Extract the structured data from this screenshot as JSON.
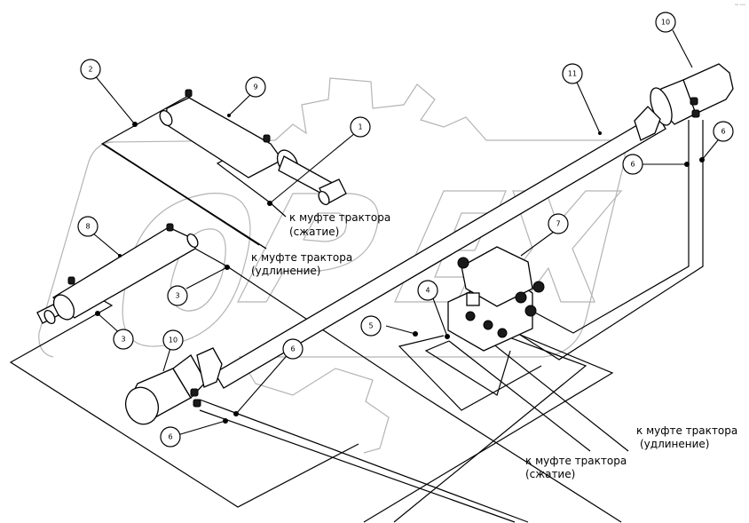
{
  "diagram": {
    "type": "hydraulic-parts-schematic",
    "watermark": "OPEX",
    "corner_mark": "ⁿᵉ ᵒᵒᵒ",
    "callouts": [
      {
        "id": "c1",
        "label": "1"
      },
      {
        "id": "c2",
        "label": "2"
      },
      {
        "id": "c3a",
        "label": "3"
      },
      {
        "id": "c3b",
        "label": "3"
      },
      {
        "id": "c4",
        "label": "4"
      },
      {
        "id": "c5",
        "label": "5"
      },
      {
        "id": "c6a",
        "label": "6"
      },
      {
        "id": "c6b",
        "label": "6"
      },
      {
        "id": "c6c",
        "label": "6"
      },
      {
        "id": "c6d",
        "label": "6"
      },
      {
        "id": "c7",
        "label": "7"
      },
      {
        "id": "c8",
        "label": "8"
      },
      {
        "id": "c9",
        "label": "9"
      },
      {
        "id": "c10a",
        "label": "10"
      },
      {
        "id": "c10b",
        "label": "10"
      },
      {
        "id": "c11",
        "label": "11"
      }
    ],
    "notes": [
      {
        "id": "n1",
        "line1": "к муфте трактора",
        "line2": "(сжатие)"
      },
      {
        "id": "n2",
        "line1": "к муфте трактора",
        "line2": "(удлинение)"
      },
      {
        "id": "n3",
        "line1": "к муфте трактора",
        "line2": "(удлинение)"
      },
      {
        "id": "n4",
        "line1": "к муфте трактора",
        "line2": "(сжатие)"
      }
    ],
    "components": [
      {
        "id": "cylinder-upper",
        "callout": "9"
      },
      {
        "id": "cylinder-lower",
        "callout": "8"
      },
      {
        "id": "hydraulic-motor-right",
        "callout": "10"
      },
      {
        "id": "hydraulic-motor-left",
        "callout": "10"
      },
      {
        "id": "drive-shaft",
        "callout": "11"
      },
      {
        "id": "valve-block",
        "callout": "7"
      },
      {
        "id": "valve-base",
        "callout": "4"
      }
    ]
  }
}
